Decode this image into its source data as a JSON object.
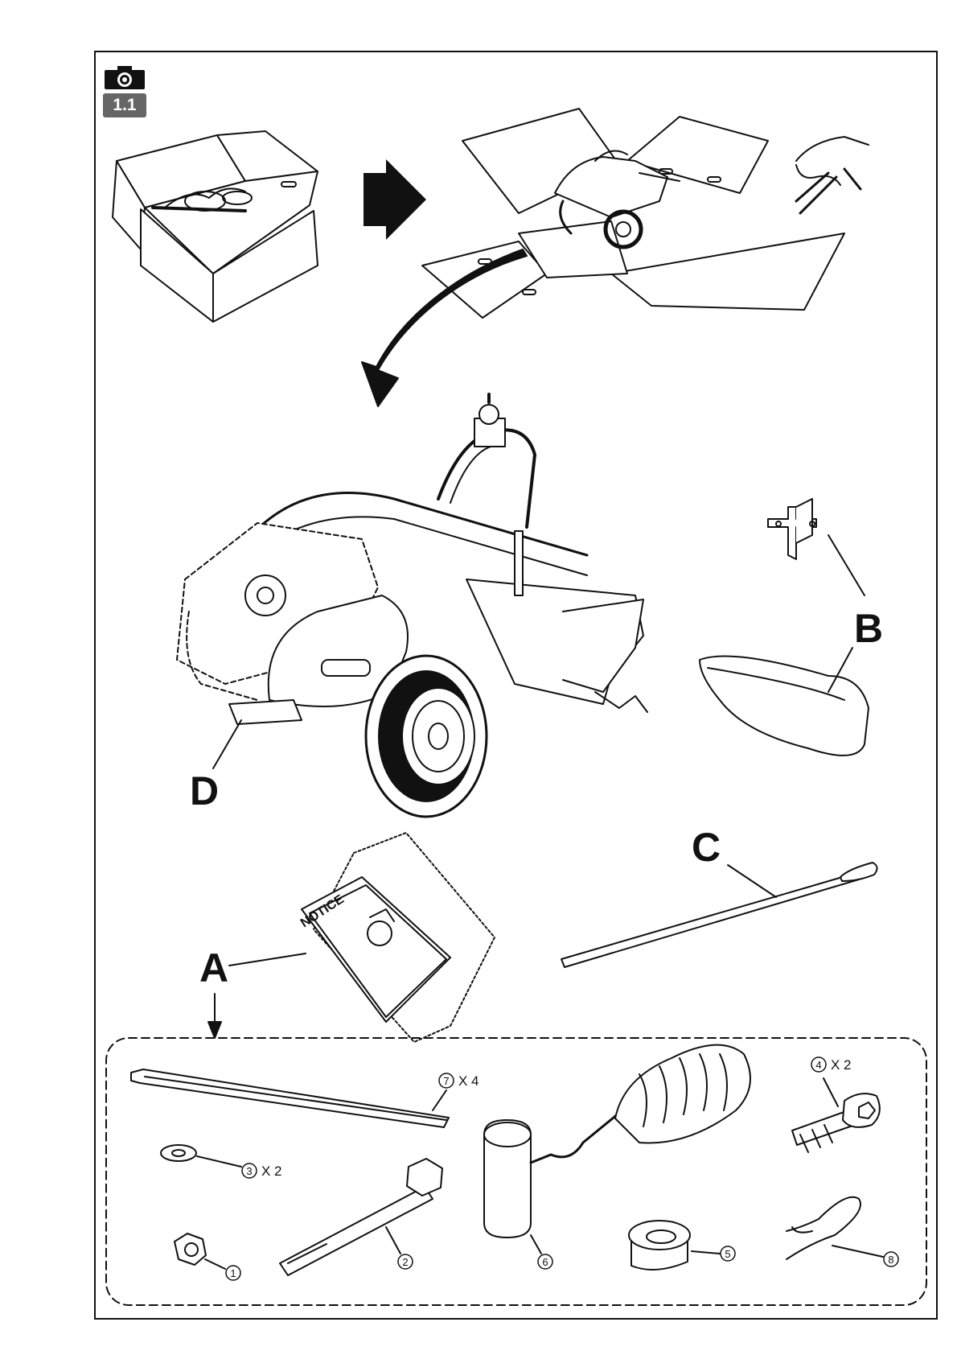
{
  "figure": {
    "number": "1.1",
    "icon": "camera-icon"
  },
  "labels": {
    "A": "A",
    "B": "B",
    "C": "C",
    "D": "D"
  },
  "notice_booklet": {
    "title": "NOTICE"
  },
  "parts": [
    {
      "number": "1",
      "quantity": ""
    },
    {
      "number": "2",
      "quantity": ""
    },
    {
      "number": "3",
      "quantity": "X 2"
    },
    {
      "number": "4",
      "quantity": "X 2"
    },
    {
      "number": "5",
      "quantity": ""
    },
    {
      "number": "6",
      "quantity": ""
    },
    {
      "number": "7",
      "quantity": "X 4"
    },
    {
      "number": "8",
      "quantity": ""
    }
  ]
}
